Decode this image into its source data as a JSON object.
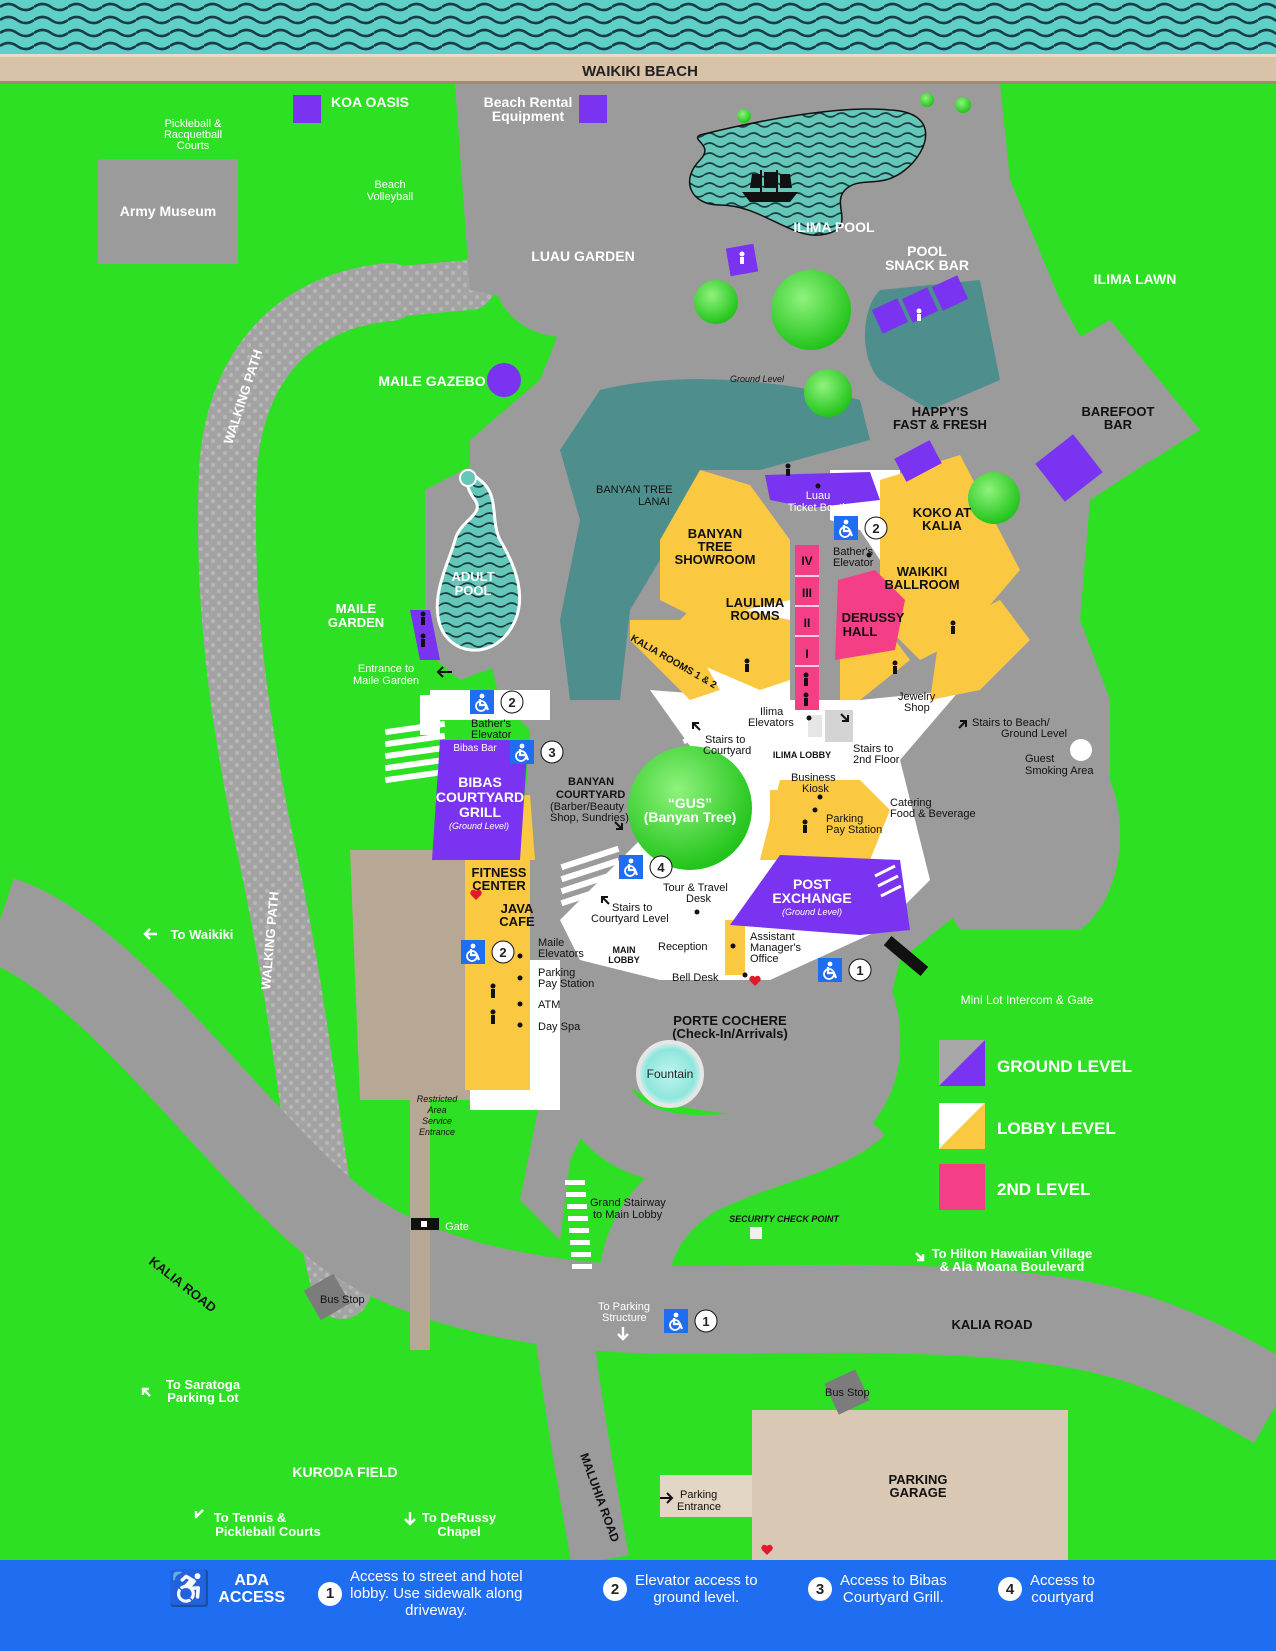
{
  "header": {
    "beach": "WAIKIKI BEACH"
  },
  "labels": {
    "koa_oasis": "KOA OASIS",
    "beach_rental_1": "Beach Rental",
    "beach_rental_2": "Equipment",
    "pickleball_1": "Pickleball &",
    "pickleball_2": "Racquetball",
    "pickleball_3": "Courts",
    "army_museum": "Army Museum",
    "beach_volleyball_1": "Beach",
    "beach_volleyball_2": "Volleyball",
    "luau_garden": "LUAU GARDEN",
    "ilima_pool": "ILIMA POOL",
    "pool_snack_1": "POOL",
    "pool_snack_2": "SNACK BAR",
    "ilima_lawn": "ILIMA LAWN",
    "walking_path": "WALKING PATH",
    "maile_gazebo": "MAILE GAZEBO",
    "ground_level": "Ground Level",
    "happys_1": "HAPPY'S",
    "happys_2": "FAST & FRESH",
    "barefoot_1": "BAREFOOT",
    "barefoot_2": "BAR",
    "banyan_lanai_1": "BANYAN TREE",
    "banyan_lanai_2": "LANAI",
    "luau_booth_1": "Luau",
    "luau_booth_2": "Ticket Booth",
    "koko_1": "KOKO AT",
    "koko_2": "KALIA",
    "banyan_show_1": "BANYAN",
    "banyan_show_2": "TREE",
    "banyan_show_3": "SHOWROOM",
    "bathers_elev_1": "Bather's",
    "bathers_elev_2": "Elevator",
    "waikiki_ballroom_1": "WAIKIKI",
    "waikiki_ballroom_2": "BALLROOM",
    "adult_pool_1": "ADULT",
    "adult_pool_2": "POOL",
    "laulima_1": "LAULIMA",
    "laulima_2": "ROOMS",
    "derussy_1": "DERUSSY",
    "derussy_2": "HALL",
    "maile_garden_1": "MAILE",
    "maile_garden_2": "GARDEN",
    "kalia_rooms": "KALIA ROOMS 1 & 2",
    "entrance_maile_1": "Entrance to",
    "entrance_maile_2": "Maile Garden",
    "jewelry_1": "Jewelry",
    "jewelry_2": "Shop",
    "ilima_elev_1": "Ilima",
    "ilima_elev_2": "Elevators",
    "stairs_beach_1": "Stairs to Beach/",
    "stairs_beach_2": "Ground Level",
    "bathers_elev_b1": "Bather's",
    "bathers_elev_b2": "Elevator",
    "bibas_bar": "Bibas Bar",
    "stairs_court_1": "Stairs to",
    "stairs_court_2": "Courtyard",
    "ilima_lobby": "ILIMA LOBBY",
    "stairs_2nd_1": "Stairs to",
    "stairs_2nd_2": "2nd Floor",
    "guest_smoking_1": "Guest",
    "guest_smoking_2": "Smoking Area",
    "bibas_grill_1": "BIBAS",
    "bibas_grill_2": "COURTYARD",
    "bibas_grill_3": "GRILL",
    "bibas_grill_4": "(Ground Level)",
    "banyan_court_1": "BANYAN",
    "banyan_court_2": "COURTYARD",
    "banyan_court_3": "(Barber/Beauty",
    "banyan_court_4": "Shop, Sundries)",
    "gus_1": "“GUS”",
    "gus_2": "(Banyan Tree)",
    "business_1": "Business",
    "business_2": "Kiosk",
    "catering_1": "Catering",
    "catering_2": "Food & Beverage",
    "parking_pay_1": "Parking",
    "parking_pay_2": "Pay Station",
    "fitness_1": "FITNESS",
    "fitness_2": "CENTER",
    "post_1": "POST",
    "post_2": "EXCHANGE",
    "post_3": "(Ground Level)",
    "java_1": "JAVA",
    "java_2": "CAFE",
    "tour_1": "Tour & Travel",
    "tour_2": "Desk",
    "stairs_cl_1": "Stairs to",
    "stairs_cl_2": "Courtyard Level",
    "to_waikiki": "To Waikiki",
    "maile_elev_1": "Maile",
    "maile_elev_2": "Elevators",
    "main_lobby_1": "MAIN",
    "main_lobby_2": "LOBBY",
    "reception": "Reception",
    "asst_mgr_1": "Assistant",
    "asst_mgr_2": "Manager's",
    "asst_mgr_3": "Office",
    "parking_pay_b1": "Parking",
    "parking_pay_b2": "Pay Station",
    "bell_desk": "Bell Desk",
    "mini_lot": "Mini Lot Intercom & Gate",
    "atm": "ATM",
    "day_spa": "Day Spa",
    "porte_1": "PORTE COCHERE",
    "porte_2": "(Check-In/Arrivals)",
    "fountain": "Fountain",
    "restricted_1": "Restricted",
    "restricted_2": "Area",
    "restricted_3": "Service",
    "restricted_4": "Entrance",
    "grand_stair_1": "Grand Stairway",
    "grand_stair_2": "to Main Lobby",
    "security": "SECURITY CHECK POINT",
    "gate": "Gate",
    "to_hilton_1": "To Hilton Hawaiian Village",
    "to_hilton_2": "& Ala Moana Boulevard",
    "kalia_road_left": "KALIA ROAD",
    "bus_stop_1": "Bus Stop",
    "to_parking_1": "To Parking",
    "to_parking_2": "Structure",
    "kalia_road_right": "KALIA ROAD",
    "to_saratoga_1": "To Saratoga",
    "to_saratoga_2": "Parking Lot",
    "bus_stop_2": "Bus Stop",
    "kuroda": "KURODA FIELD",
    "parking_garage_1": "PARKING",
    "parking_garage_2": "GARAGE",
    "maluhia": "MALUHIA ROAD",
    "parking_entrance_1": "Parking",
    "parking_entrance_2": "Entrance",
    "to_tennis_1": "To Tennis &",
    "to_tennis_2": "Pickleball Courts",
    "to_derussy_1": "To DeRussy",
    "to_derussy_2": "Chapel",
    "room_iv": "IV",
    "room_iii": "III",
    "room_ii": "II",
    "room_i": "I",
    "ada_num_1": "1",
    "ada_num_2": "2",
    "ada_num_3": "3",
    "ada_num_4": "4"
  },
  "legend": {
    "ground": "GROUND LEVEL",
    "lobby": "LOBBY LEVEL",
    "second": "2ND LEVEL"
  },
  "footer": {
    "ada_1": "ADA",
    "ada_2": "ACCESS",
    "n1": "1",
    "item1_1": "Access to street and hotel",
    "item1_2": "lobby. Use sidewalk along",
    "item1_3": "driveway.",
    "n2": "2",
    "item2_1": "Elevator access to",
    "item2_2": "ground level.",
    "n3": "3",
    "item3_1": "Access to Bibas",
    "item3_2": "Courtyard Grill.",
    "n4": "4",
    "item4_1": "Access to",
    "item4_2": "courtyard"
  },
  "colors": {
    "grass": "#2ee024",
    "road": "#9b9b9b",
    "ground_level": "#7a33f0",
    "lobby_level": "#fbc841",
    "second_level": "#f43f86",
    "water": "#64c7b8",
    "footer": "#1f6ef2"
  },
  "icons": [
    "wheelchair-icon",
    "restroom-icon",
    "aed-icon",
    "arrow-icon",
    "pirate-ship-icon",
    "tree-icon"
  ]
}
